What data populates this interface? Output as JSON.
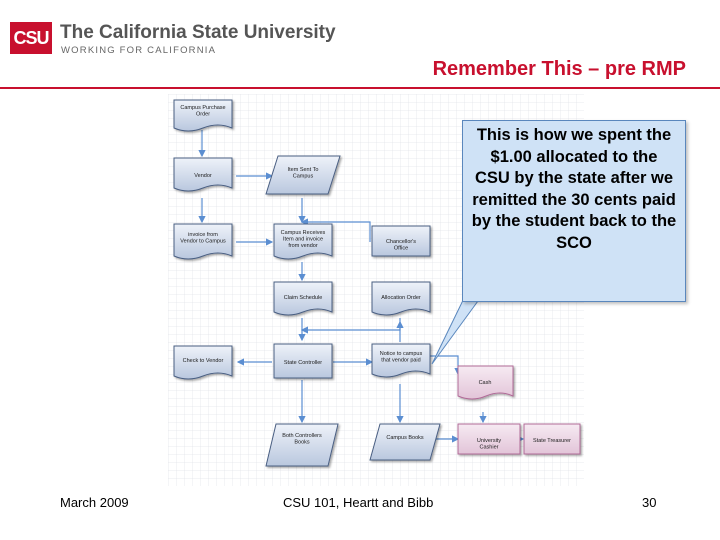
{
  "header": {
    "logo_abbr": "CSU",
    "logo_name": "The California State University",
    "logo_tagline": "WORKING FOR CALIFORNIA",
    "accent_color": "#c8102e"
  },
  "slide": {
    "title": "Remember This – pre RMP"
  },
  "diagram": {
    "nodes": {
      "campus_po": "Campus Purchase Order",
      "vendor": "Vendor",
      "item_sent": "Item Sent To Campus",
      "invoice": "invoice from Vendor to Campus",
      "campus_receives": "Campus Receives Item and invoice from vendor",
      "chancellor": "Chancellor's Office",
      "claim": "Claim Schedule",
      "allocation": "Allocation Order",
      "check": "Check to Vendor",
      "controller": "State Controller",
      "notice": "Notice to campus that vendor paid",
      "cash": "Cash",
      "books": "Both Controllers Books",
      "campus_books": "Campus Books",
      "cashier": "University Cashier",
      "treasurer": "State Treasurer"
    }
  },
  "callout": {
    "text": "This is how we spent the $1.00 allocated to the CSU by the state after we remitted the 30 cents paid by the student back to the SCO"
  },
  "footer": {
    "date": "March 2009",
    "course": "CSU 101, Heartt and Bibb",
    "page": "30"
  }
}
